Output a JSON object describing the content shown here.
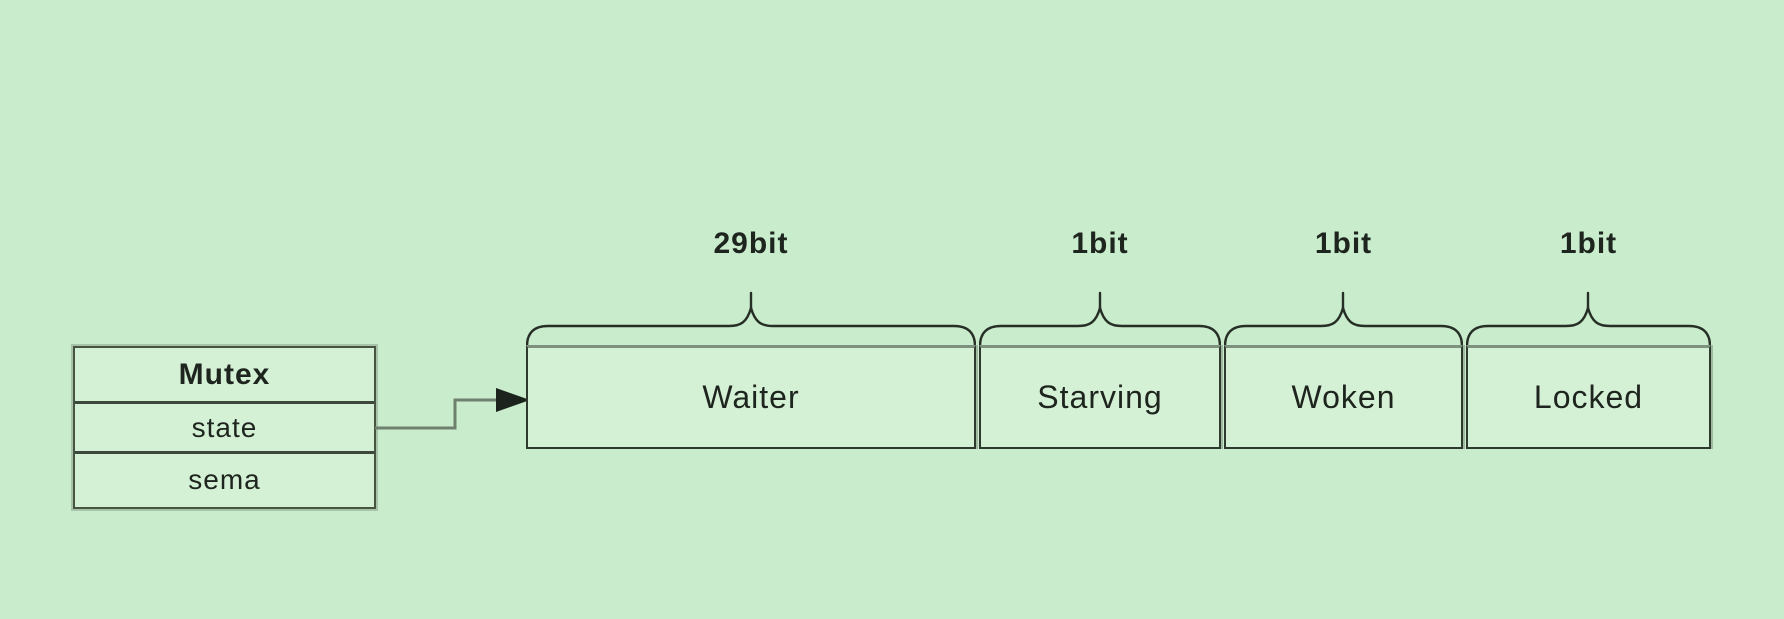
{
  "colors": {
    "background": "#c9eccd",
    "box_fill": "#d5f1d5",
    "border_dark": "#2f3a2f",
    "border_light": "#7e917e",
    "connector": "#6f806f",
    "text": "#1e241e"
  },
  "struct": {
    "title": "Mutex",
    "fields": [
      "state",
      "sema"
    ]
  },
  "bits": [
    {
      "label": "Waiter",
      "size": "29bit"
    },
    {
      "label": "Starving",
      "size": "1bit"
    },
    {
      "label": "Woken",
      "size": "1bit"
    },
    {
      "label": "Locked",
      "size": "1bit"
    }
  ]
}
